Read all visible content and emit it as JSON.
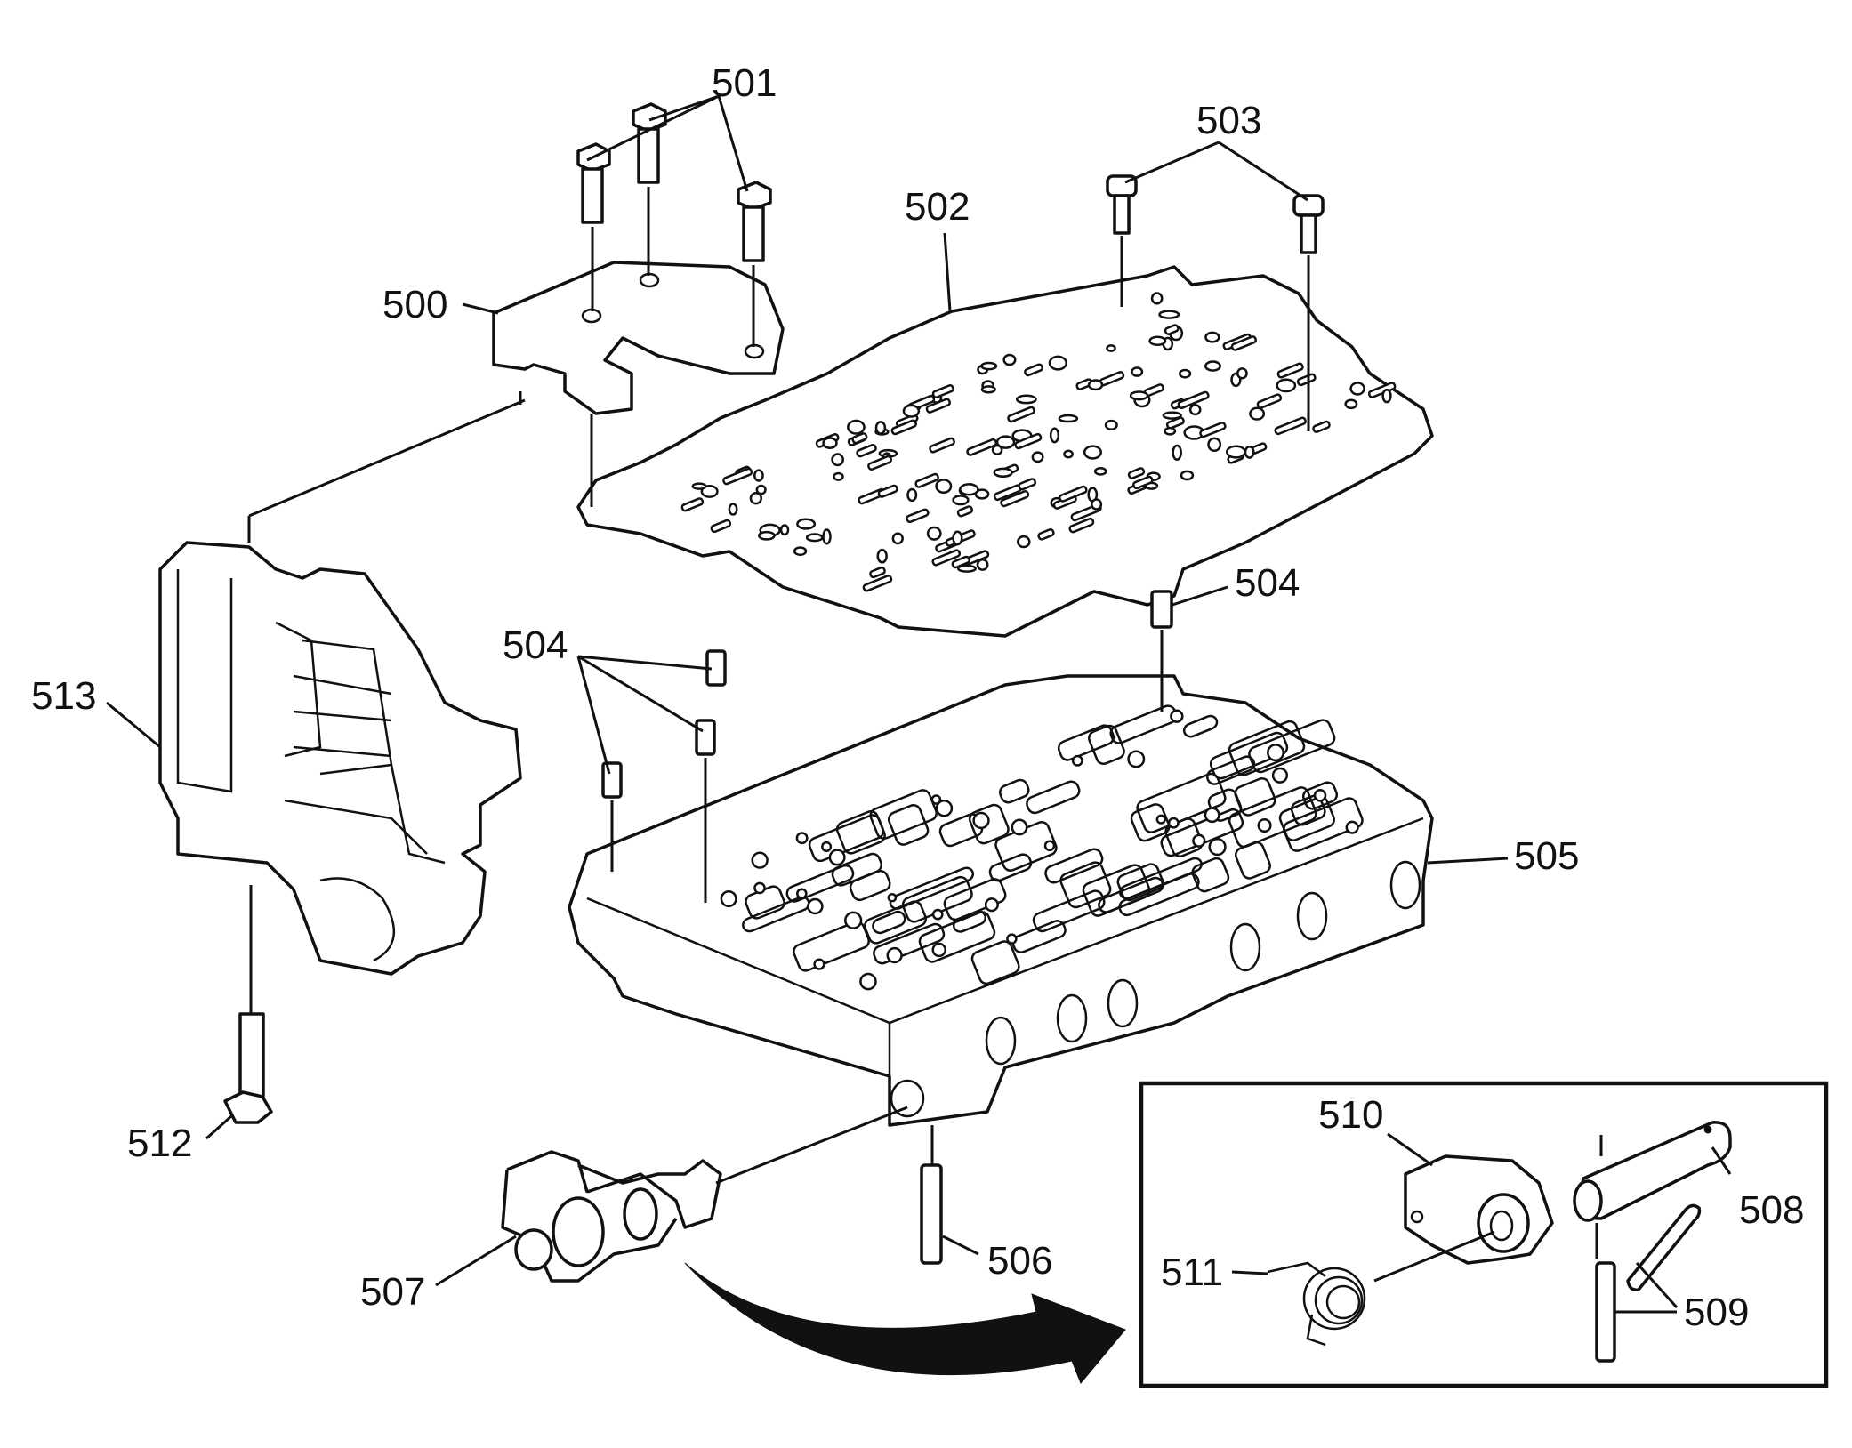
{
  "labels": {
    "p500": "500",
    "p501": "501",
    "p502": "502",
    "p503": "503",
    "p504a": "504",
    "p504b": "504",
    "p505": "505",
    "p506": "506",
    "p507": "507",
    "p508": "508",
    "p509": "509",
    "p510": "510",
    "p511": "511",
    "p512": "512",
    "p513": "513"
  }
}
